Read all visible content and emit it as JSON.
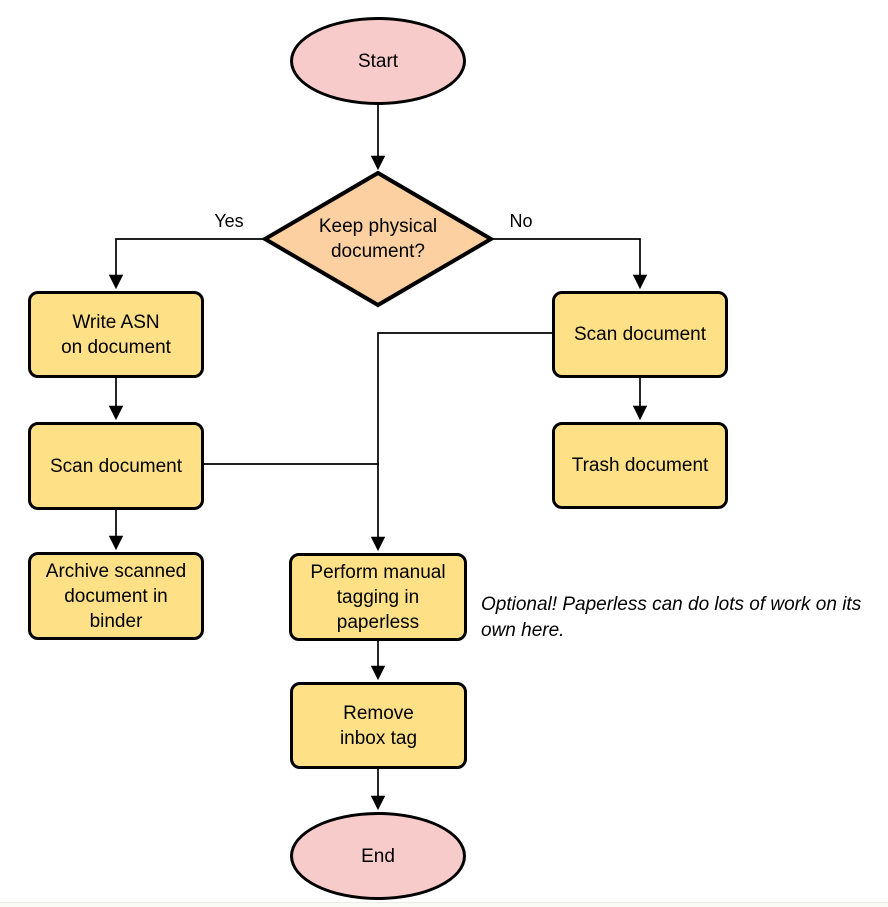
{
  "diagram": {
    "type": "flowchart",
    "nodes": {
      "start": {
        "label": "Start",
        "shape": "terminator"
      },
      "decision": {
        "label": "Keep physical\ndocument?",
        "shape": "diamond"
      },
      "write_asn": {
        "label": "Write ASN\non document",
        "shape": "process"
      },
      "scan_left": {
        "label": "Scan document",
        "shape": "process"
      },
      "archive": {
        "label": "Archive scanned\ndocument in\nbinder",
        "shape": "process"
      },
      "scan_right": {
        "label": "Scan document",
        "shape": "process"
      },
      "trash": {
        "label": "Trash document",
        "shape": "process"
      },
      "tagging": {
        "label": "Perform manual\ntagging in\npaperless",
        "shape": "process"
      },
      "remove_tag": {
        "label": "Remove\ninbox tag",
        "shape": "process"
      },
      "end": {
        "label": "End",
        "shape": "terminator"
      }
    },
    "edge_labels": {
      "yes": "Yes",
      "no": "No"
    },
    "note": "Optional! Paperless can do lots of work on its own here.",
    "colors": {
      "terminator_fill": "#f8cbcb",
      "decision_fill": "#fdd0a2",
      "process_fill": "#fee187",
      "stroke": "#000000"
    }
  }
}
